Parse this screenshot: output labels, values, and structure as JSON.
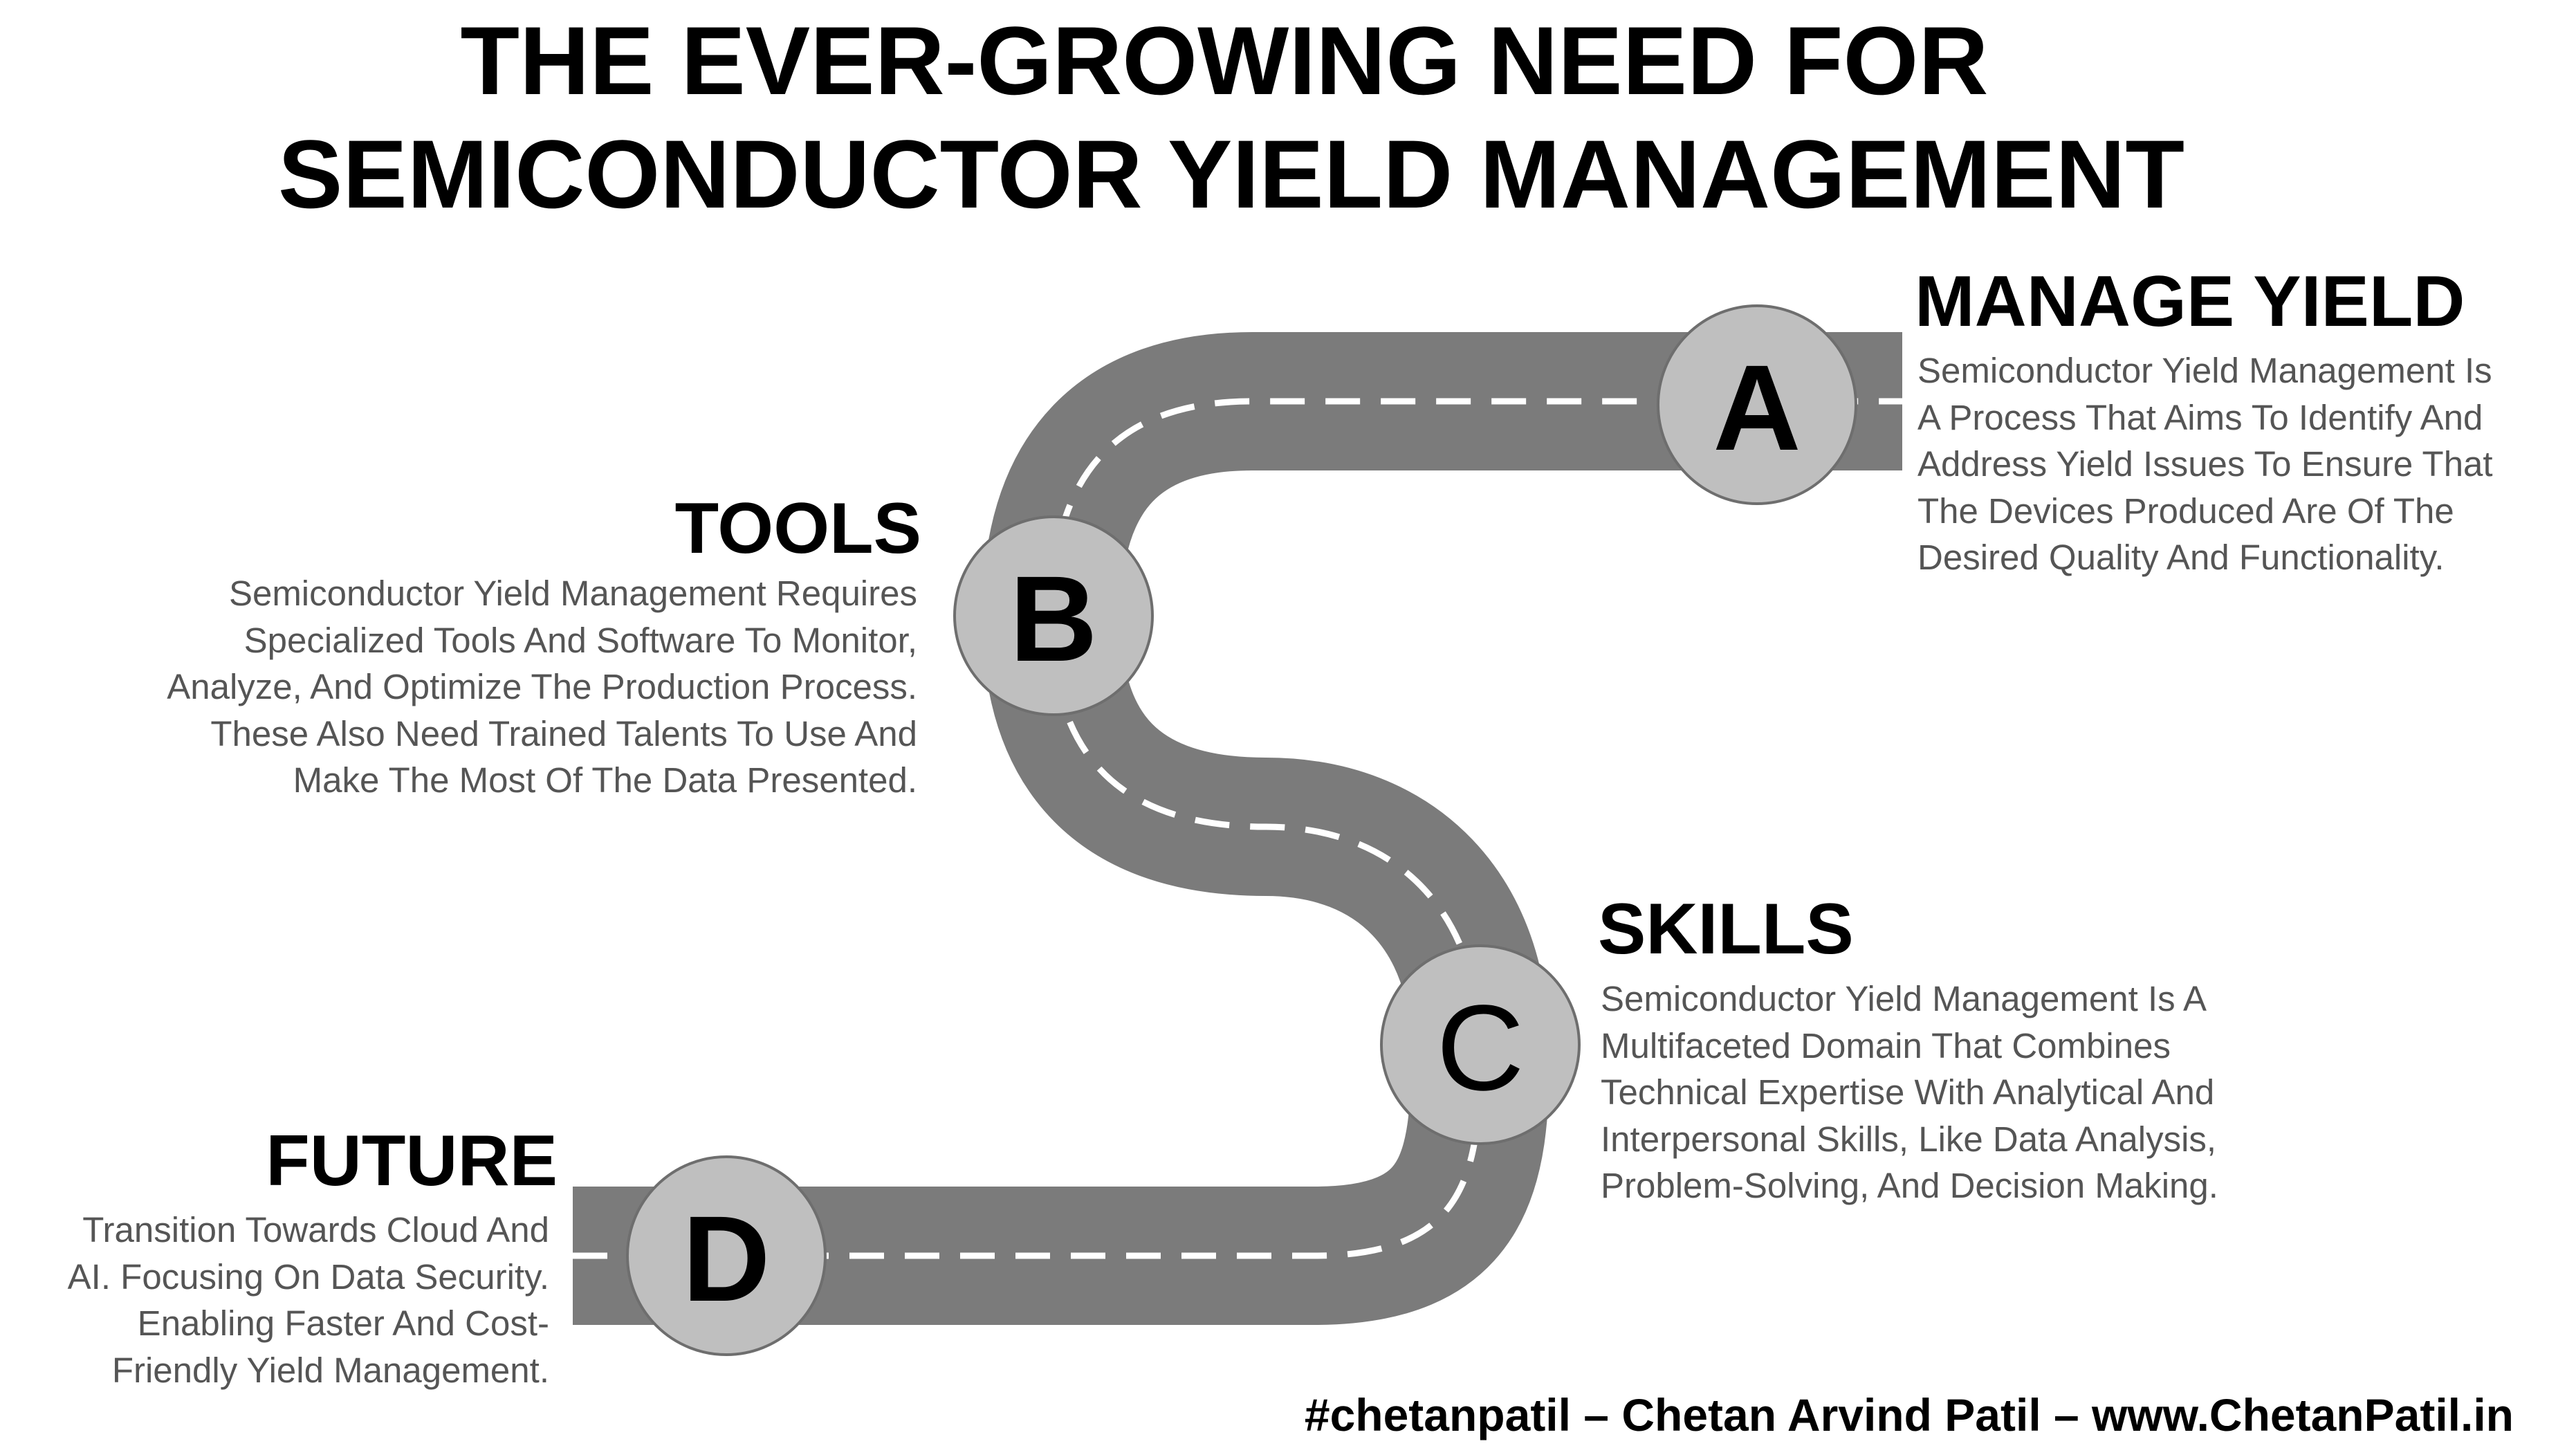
{
  "title": {
    "line1": "THE EVER-GROWING NEED FOR",
    "line2": "SEMICONDUCTOR YIELD MANAGEMENT"
  },
  "colors": {
    "road": "#7b7b7b",
    "marker_fill": "#bfbfbf",
    "marker_stroke": "#707070",
    "dash": "#ffffff",
    "description_text": "#555555"
  },
  "stages": {
    "a": {
      "letter": "A",
      "heading": "MANAGE YIELD",
      "lines": [
        "Semiconductor Yield Management Is",
        "A Process That Aims To Identify And",
        "Address Yield Issues To Ensure That",
        "The Devices Produced Are Of The",
        "Desired Quality And Functionality."
      ]
    },
    "b": {
      "letter": "B",
      "heading": "TOOLS",
      "lines": [
        "Semiconductor Yield Management Requires",
        "Specialized Tools And Software To Monitor,",
        "Analyze, And Optimize The Production Process.",
        "These Also Need Trained Talents To Use And",
        "Make The Most Of The Data Presented."
      ]
    },
    "c": {
      "letter": "C",
      "heading": "SKILLS",
      "lines": [
        "Semiconductor Yield Management Is A",
        "Multifaceted Domain That Combines",
        "Technical Expertise With Analytical And",
        "Interpersonal Skills, Like Data Analysis,",
        "Problem-Solving, And Decision Making."
      ]
    },
    "d": {
      "letter": "D",
      "heading": "FUTURE",
      "lines": [
        "Transition Towards Cloud And",
        "AI. Focusing On Data Security.",
        "Enabling Faster And Cost-",
        "Friendly Yield Management."
      ]
    }
  },
  "footer": "#chetanpatil – Chetan Arvind Patil – www.ChetanPatil.in"
}
